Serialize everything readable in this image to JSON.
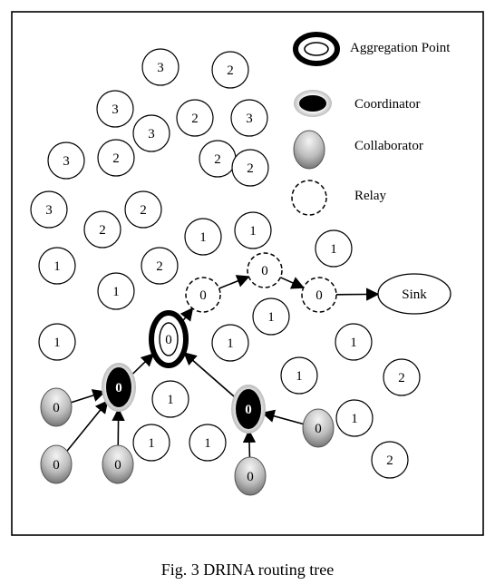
{
  "legend": {
    "aggregation_point": "Aggregation Point",
    "coordinator": "Coordinator",
    "collaborator": "Collaborator",
    "relay": "Relay"
  },
  "sink_label": "Sink",
  "caption": "Fig. 3 DRINA routing tree",
  "nodes": [
    {
      "id": "n01",
      "label": "3",
      "type": "plain"
    },
    {
      "id": "n02",
      "label": "2",
      "type": "plain"
    },
    {
      "id": "n03",
      "label": "3",
      "type": "plain"
    },
    {
      "id": "n04",
      "label": "2",
      "type": "plain"
    },
    {
      "id": "n05",
      "label": "3",
      "type": "plain"
    },
    {
      "id": "n06",
      "label": "3",
      "type": "plain"
    },
    {
      "id": "n07",
      "label": "3",
      "type": "plain"
    },
    {
      "id": "n08",
      "label": "2",
      "type": "plain"
    },
    {
      "id": "n09",
      "label": "2",
      "type": "plain"
    },
    {
      "id": "n10",
      "label": "2",
      "type": "plain"
    },
    {
      "id": "n11",
      "label": "3",
      "type": "plain"
    },
    {
      "id": "n12",
      "label": "2",
      "type": "plain"
    },
    {
      "id": "n13",
      "label": "2",
      "type": "plain"
    },
    {
      "id": "n14",
      "label": "1",
      "type": "plain"
    },
    {
      "id": "n15",
      "label": "1",
      "type": "plain"
    },
    {
      "id": "n16",
      "label": "1",
      "type": "plain"
    },
    {
      "id": "n17",
      "label": "2",
      "type": "plain"
    },
    {
      "id": "n18",
      "label": "1",
      "type": "plain"
    },
    {
      "id": "n19",
      "label": "1",
      "type": "plain"
    },
    {
      "id": "n20",
      "label": "1",
      "type": "plain"
    },
    {
      "id": "n21",
      "label": "1",
      "type": "plain"
    },
    {
      "id": "n22",
      "label": "1",
      "type": "plain"
    },
    {
      "id": "n23",
      "label": "1",
      "type": "plain"
    },
    {
      "id": "n24",
      "label": "2",
      "type": "plain"
    },
    {
      "id": "n25",
      "label": "1",
      "type": "plain"
    },
    {
      "id": "n26",
      "label": "1",
      "type": "plain"
    },
    {
      "id": "n27",
      "label": "1",
      "type": "plain"
    },
    {
      "id": "n28",
      "label": "1",
      "type": "plain"
    },
    {
      "id": "n29",
      "label": "1",
      "type": "plain"
    },
    {
      "id": "n30",
      "label": "2",
      "type": "plain"
    },
    {
      "id": "r1",
      "label": "0",
      "type": "relay"
    },
    {
      "id": "r2",
      "label": "0",
      "type": "relay"
    },
    {
      "id": "r3",
      "label": "0",
      "type": "relay"
    },
    {
      "id": "agg",
      "label": "0",
      "type": "aggregation"
    },
    {
      "id": "c1",
      "label": "0",
      "type": "coordinator"
    },
    {
      "id": "c2",
      "label": "0",
      "type": "coordinator"
    },
    {
      "id": "k1",
      "label": "0",
      "type": "collaborator"
    },
    {
      "id": "k2",
      "label": "0",
      "type": "collaborator"
    },
    {
      "id": "k3",
      "label": "0",
      "type": "collaborator"
    },
    {
      "id": "k4",
      "label": "0",
      "type": "collaborator"
    },
    {
      "id": "k5",
      "label": "0",
      "type": "collaborator"
    }
  ],
  "edges": [
    {
      "from": "k1",
      "to": "c1"
    },
    {
      "from": "k2",
      "to": "c1"
    },
    {
      "from": "k3",
      "to": "c1"
    },
    {
      "from": "c1",
      "to": "agg"
    },
    {
      "from": "c2",
      "to": "agg"
    },
    {
      "from": "k4",
      "to": "c2"
    },
    {
      "from": "k5",
      "to": "c2"
    },
    {
      "from": "agg",
      "to": "r1"
    },
    {
      "from": "r1",
      "to": "r2"
    },
    {
      "from": "r2",
      "to": "r3"
    },
    {
      "from": "r3",
      "to": "sink"
    }
  ]
}
